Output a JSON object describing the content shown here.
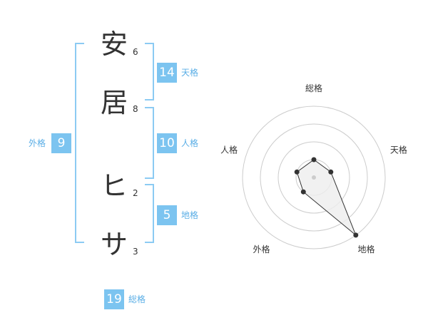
{
  "name": {
    "chars": [
      "安",
      "居",
      "ヒ",
      "サ"
    ],
    "strokes": [
      "6",
      "8",
      "2",
      "3"
    ]
  },
  "fortune": {
    "tenkaku": {
      "label": "天格",
      "value": "14"
    },
    "jinkaku": {
      "label": "人格",
      "value": "10"
    },
    "chikaku": {
      "label": "地格",
      "value": "5"
    },
    "gaikaku": {
      "label": "外格",
      "value": "9"
    },
    "soukaku": {
      "label": "総格",
      "value": "19"
    }
  },
  "radar": {
    "axes": [
      "総格",
      "天格",
      "地格",
      "外格",
      "人格"
    ],
    "levels": 4,
    "values": [
      1,
      1,
      4,
      1,
      1
    ],
    "max": 4,
    "colors": {
      "ring": "#cccccc",
      "fill": "#eeeeee",
      "line": "#333333",
      "point": "#333333",
      "center": "#cccccc"
    }
  }
}
